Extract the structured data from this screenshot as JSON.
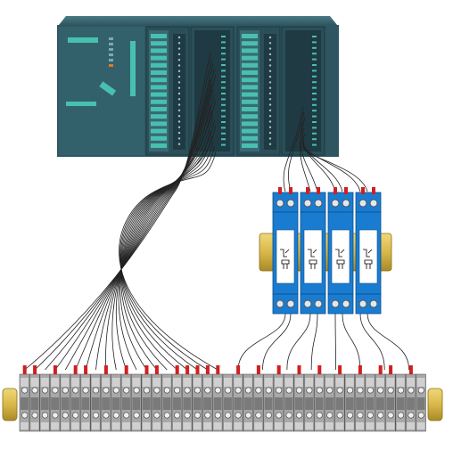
{
  "title": "",
  "plc": {
    "label": "",
    "modules": [
      {
        "name": "cpu",
        "kind": "cpu"
      },
      {
        "name": "io-module-1",
        "kind": "io"
      },
      {
        "name": "io-module-2",
        "kind": "io"
      },
      {
        "name": "io-module-3",
        "kind": "io"
      },
      {
        "name": "io-module-4",
        "kind": "io"
      }
    ]
  },
  "isolators": {
    "count": 4,
    "symbols": [
      "isolator-symbol-a",
      "isolator-symbol-b",
      "isolator-symbol-a",
      "isolator-symbol-b"
    ]
  },
  "terminal_strip": {
    "terminal_count": 40
  },
  "colors": {
    "plc_body": "#2f5660",
    "plc_dark": "#1f3a42",
    "plc_light": "#3e6c77",
    "module_teal": "#48c0b0",
    "isolator_blue": "#1a7cd0",
    "isolator_face": "#ffffff",
    "rail_brass": "#d9b84a",
    "terminal_grey": "#a8a8a8",
    "terminal_dark": "#5a5a5a",
    "wire": "#222222",
    "wire_tip": "#d02020"
  },
  "icons": {
    "plc": "plc-rack-icon",
    "isolator": "signal-isolator-icon",
    "terminal": "terminal-block-icon",
    "rail": "din-rail-icon"
  }
}
